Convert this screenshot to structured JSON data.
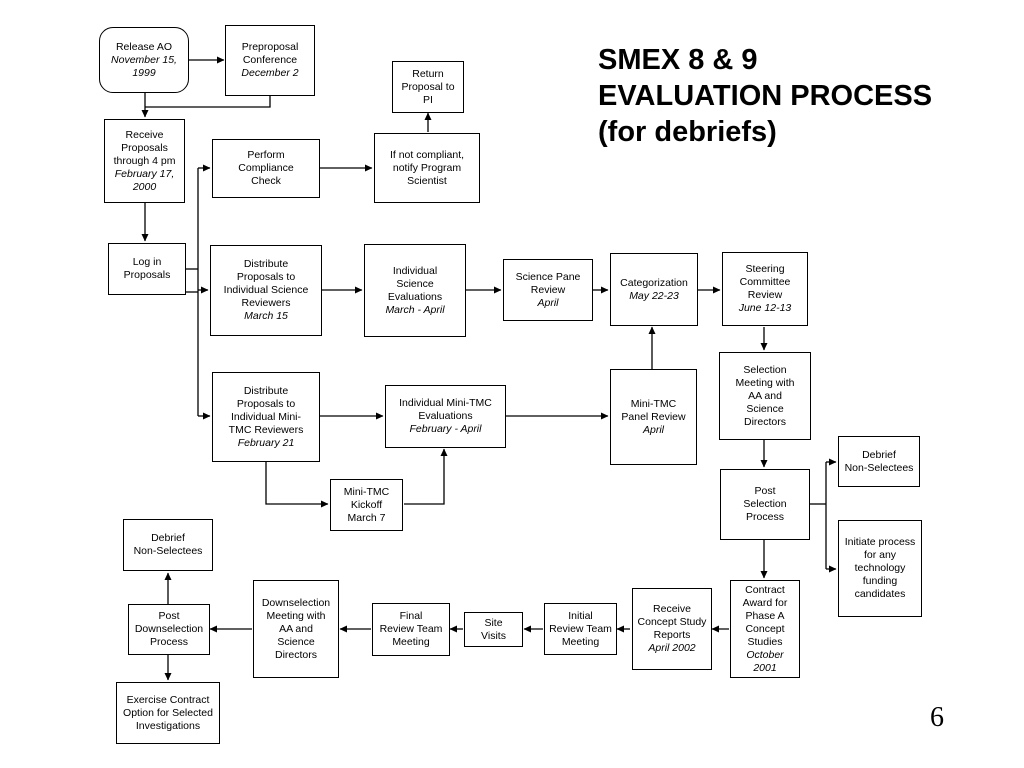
{
  "title": {
    "line1": "SMEX 8 & 9",
    "line2": "EVALUATION PROCESS",
    "line3": "(for debriefs)"
  },
  "page_number": "6",
  "nodes": {
    "release_ao": {
      "l1": "Release AO",
      "d1": "November 15,",
      "d2": "1999"
    },
    "preproposal": {
      "l1": "Preproposal",
      "l2": "Conference",
      "d1": "December 2"
    },
    "return_proposal": {
      "l1": "Return",
      "l2": "Proposal to",
      "l3": "PI"
    },
    "receive_proposals": {
      "l1": "Receive",
      "l2": "Proposals",
      "l3": "through 4 pm",
      "d1": "February 17,",
      "d2": "2000"
    },
    "compliance": {
      "l1": "Perform",
      "l2": "Compliance",
      "l3": "Check"
    },
    "not_compliant": {
      "l1": "If not compliant,",
      "l2": "notify Program",
      "l3": "Scientist"
    },
    "log_in": {
      "l1": "Log in",
      "l2": "Proposals"
    },
    "distribute_science": {
      "l1": "Distribute",
      "l2": "Proposals to",
      "l3": "Individual Science",
      "l4": "Reviewers",
      "d1": "March 15"
    },
    "individual_science": {
      "l1": "Individual",
      "l2": "Science",
      "l3": "Evaluations",
      "d1": "March - April"
    },
    "science_panel": {
      "l1": "Science Pane",
      "l2": "Review",
      "d1": "April"
    },
    "categorization": {
      "l1": "Categorization",
      "d1": "May 22-23"
    },
    "steering": {
      "l1": "Steering",
      "l2": "Committee",
      "l3": "Review",
      "d1": "June 12-13"
    },
    "selection_meeting": {
      "l1": "Selection",
      "l2": "Meeting with",
      "l3": "AA and",
      "l4": "Science",
      "l5": "Directors"
    },
    "distribute_tmc": {
      "l1": "Distribute",
      "l2": "Proposals to",
      "l3": "Individual Mini-",
      "l4": "TMC Reviewers",
      "d1": "February 21"
    },
    "individual_tmc": {
      "l1": "Individual Mini-TMC",
      "l2": "Evaluations",
      "d1": "February - April"
    },
    "tmc_panel": {
      "l1": "Mini-TMC",
      "l2": "Panel Review",
      "d1": "April"
    },
    "tmc_kickoff": {
      "l1": "Mini-TMC",
      "l2": "Kickoff",
      "l3": "March 7"
    },
    "debrief_top": {
      "l1": "Debrief",
      "l2": "Non-Selectees"
    },
    "post_selection": {
      "l1": "Post",
      "l2": "Selection",
      "l3": "Process"
    },
    "initiate_process": {
      "l1": "Initiate process",
      "l2": "for any",
      "l3": "technology",
      "l4": "funding",
      "l5": "candidates"
    },
    "debrief_bottom": {
      "l1": "Debrief",
      "l2": "Non-Selectees"
    },
    "post_downselection": {
      "l1": "Post",
      "l2": "Downselection",
      "l3": "Process"
    },
    "downselection_meeting": {
      "l1": "Downselection",
      "l2": "Meeting with",
      "l3": "AA and",
      "l4": "Science",
      "l5": "Directors"
    },
    "final_review": {
      "l1": "Final",
      "l2": "Review Team",
      "l3": "Meeting"
    },
    "site_visits": {
      "l1": "Site",
      "l2": "Visits"
    },
    "initial_review": {
      "l1": "Initial",
      "l2": "Review Team",
      "l3": "Meeting"
    },
    "receive_reports": {
      "l1": "Receive",
      "l2": "Concept Study",
      "l3": "Reports",
      "d1": "April 2002"
    },
    "contract_award": {
      "l1": "Contract",
      "l2": "Award for",
      "l3": "Phase A",
      "l4": "Concept",
      "l5": "Studies",
      "d1": "October",
      "d2": "2001"
    },
    "exercise_contract": {
      "l1": "Exercise Contract",
      "l2": "Option for Selected",
      "l3": "Investigations"
    }
  }
}
